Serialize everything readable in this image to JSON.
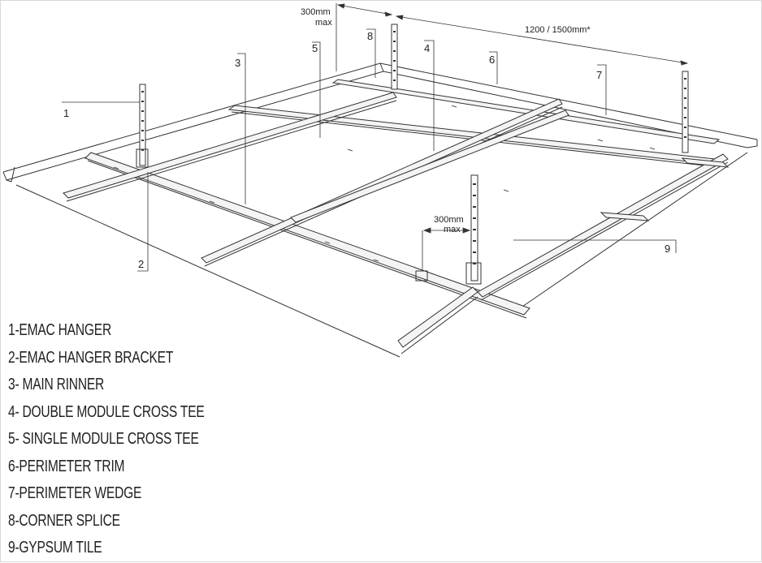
{
  "callouts": {
    "c1": "1",
    "c2": "2",
    "c3": "3",
    "c4": "4",
    "c5": "5",
    "c6": "6",
    "c7": "7",
    "c8": "8",
    "c9": "9"
  },
  "dimensions": {
    "top_max_line1": "300mm",
    "top_max_line2": "max",
    "span": "1200 / 1500mm*",
    "mid_max_line1": "300mm",
    "mid_max_line2": "max"
  },
  "legend": [
    "1-EMAC HANGER",
    "2-EMAC HANGER BRACKET",
    "3- MAIN RINNER",
    "4- DOUBLE MODULE CROSS TEE",
    "5- SINGLE MODULE CROSS TEE",
    "6-PERIMETER TRIM",
    "7-PERIMETER WEDGE",
    "8-CORNER SPLICE",
    "9-GYPSUM TILE"
  ],
  "colors": {
    "line": "#333333",
    "rail_fill": "#f4f4f4"
  }
}
